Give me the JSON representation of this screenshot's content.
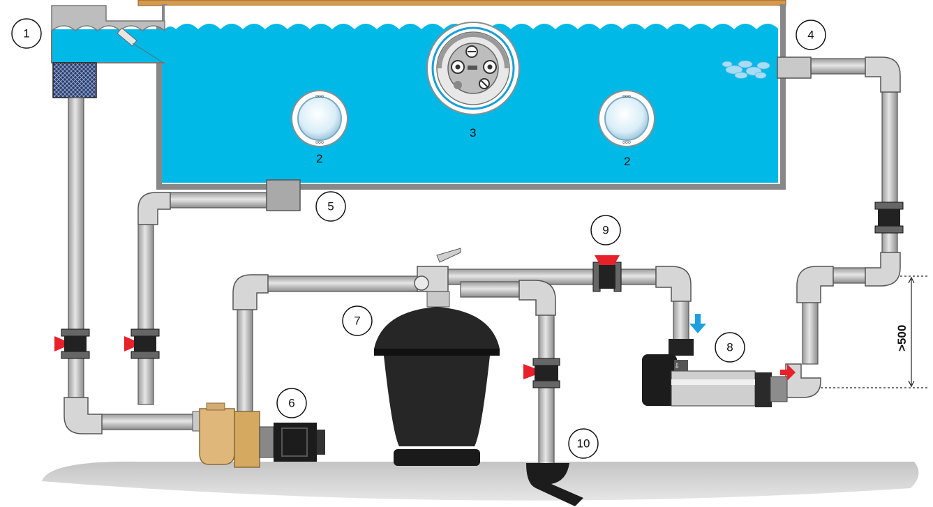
{
  "callouts": [
    {
      "id": "c1",
      "text": "1"
    },
    {
      "id": "c4",
      "text": "4"
    },
    {
      "id": "c5",
      "text": "5"
    },
    {
      "id": "c6",
      "text": "6"
    },
    {
      "id": "c7",
      "text": "7"
    },
    {
      "id": "c8",
      "text": "8"
    },
    {
      "id": "c9",
      "text": "9"
    },
    {
      "id": "c10",
      "text": "10"
    }
  ],
  "labels": {
    "light_left": "2",
    "light_right": "2",
    "counter_current": "3"
  },
  "dimension": {
    "text": ">500"
  },
  "colors": {
    "water": "#00b9e6",
    "pipe": "#c9c9c9",
    "pipe_stroke": "#555555",
    "valve_handle": "#e8202a",
    "pump_body": "#e0b77a",
    "filter": "#262626",
    "ground": "#d2d2d2",
    "wood": "#d49a4c",
    "flow_in": "#1ea0e0",
    "flow_out": "#e8202a"
  }
}
